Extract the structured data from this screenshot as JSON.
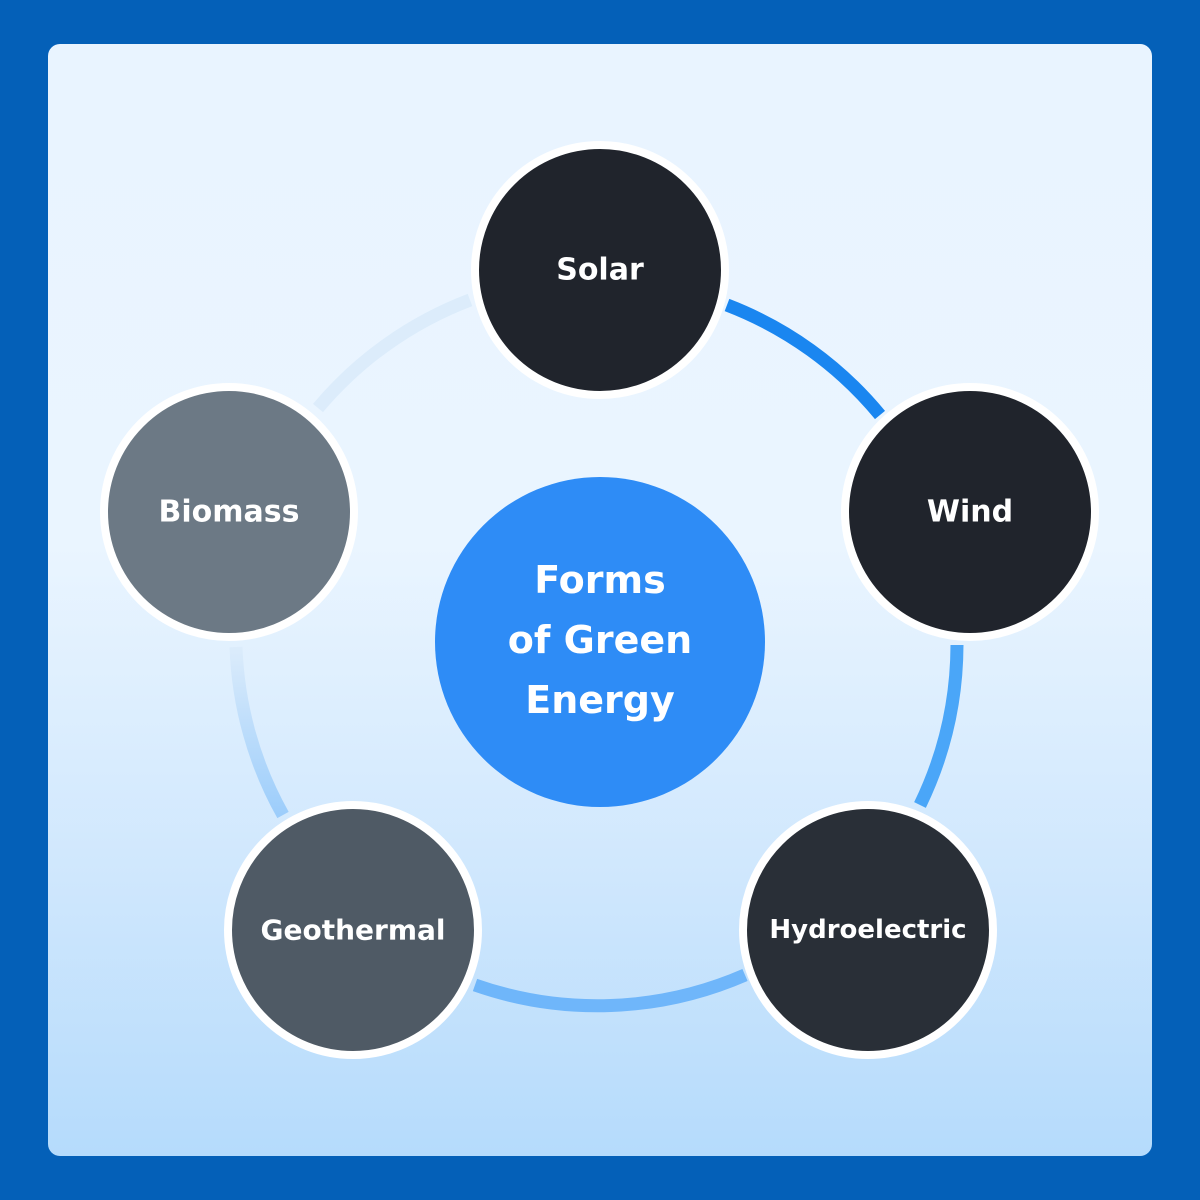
{
  "diagram": {
    "center": {
      "lines": [
        "Forms",
        "of Green",
        "Energy"
      ],
      "color": "#2e8cf6"
    },
    "nodes": [
      {
        "label": "Solar",
        "color": "#20242c"
      },
      {
        "label": "Wind",
        "color": "#20242c"
      },
      {
        "label": "Hydroelectric",
        "color": "#292f37"
      },
      {
        "label": "Geothermal",
        "color": "#4f5a65"
      },
      {
        "label": "Biomass",
        "color": "#6c7985"
      }
    ],
    "colors": {
      "background": "#0460b8",
      "panel_top": "#e9f4ff",
      "panel_bottom": "#b5dbfc",
      "ring_strong": "#1a86f0",
      "ring_mid": "#4aa6f8",
      "ring_light": "#9ccdfb",
      "ring_faint": "#dcecfb",
      "node_border": "#ffffff"
    }
  }
}
